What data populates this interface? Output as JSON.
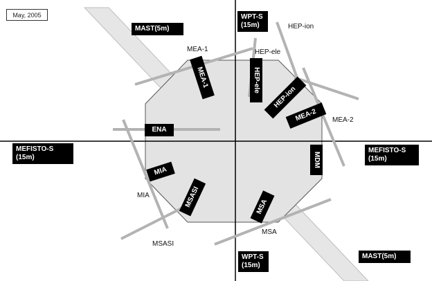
{
  "date": "May, 2005",
  "external_labels": {
    "mast_top": "MAST(5m)",
    "mast_bottom": "MAST(5m)",
    "wpt_top": "WPT-S\n(15m)",
    "wpt_bottom": "WPT-S\n(15m)",
    "mefisto_left": "MEFISTO-S\n(15m)",
    "mefisto_right": "MEFISTO-S\n(15m)"
  },
  "instrument_boxes": {
    "mea1": "MEA-1",
    "hep_ele": "HEP-ele",
    "hep_ion": "HEP-ion",
    "mea2": "MEA-2",
    "ena": "ENA",
    "mia": "MIA",
    "msasi": "MSASI",
    "msa": "MSA",
    "mdm": "MDM"
  },
  "boom_labels": {
    "mea1": "MEA-1",
    "hep_ele": "HEP-ele",
    "hep_ion": "HEP-ion",
    "mea2": "MEA-2",
    "mia": "MIA",
    "msasi": "MSASI",
    "msa": "MSA"
  },
  "colors": {
    "body_fill": "#e3e3e3",
    "mast_band": "#e6e6e6",
    "boom": "#b3b3b3",
    "axis": "#000000",
    "label_box": "#000000"
  }
}
